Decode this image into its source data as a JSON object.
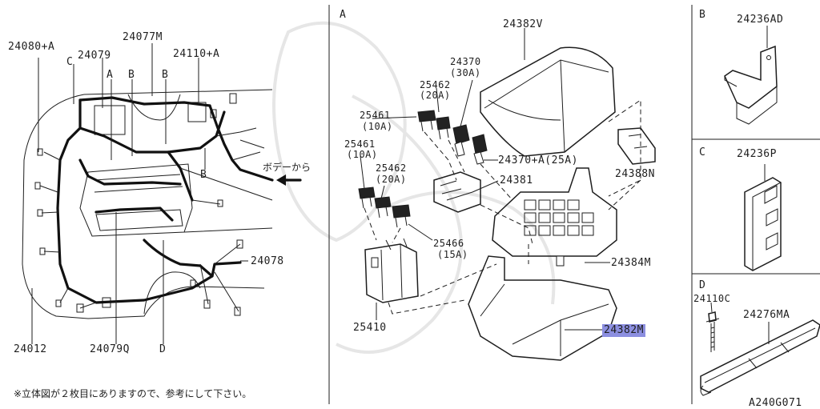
{
  "panels": {
    "a": "A",
    "b": "B",
    "c": "C",
    "d": "D"
  },
  "harness": {
    "p24080A": "24080+A",
    "p24077M": "24077M",
    "p24079": "24079",
    "p24110A": "24110+A",
    "c": "C",
    "a": "A",
    "b1": "B",
    "b2": "B",
    "b3": "B",
    "from_body": "ボデーから",
    "p24078": "24078",
    "p24012": "24012",
    "p24079Q": "24079Q",
    "d": "D",
    "note": "※立体図が２枚目にありますので、参考にして下さい。"
  },
  "fusebox": {
    "p24382V": "24382V",
    "p24370": "24370",
    "a30": "(30A)",
    "p25462a": "25462",
    "a20a": "(20A)",
    "p25461a": "25461",
    "a10a": "(10A)",
    "p25461b": "25461",
    "a10b": "(10A)",
    "p25462b": "25462",
    "a20b": "(20A)",
    "p24370A": "24370+A(25A)",
    "p24388N": "24388N",
    "p24381": "24381",
    "p25466": "25466",
    "a15": "(15A)",
    "p24384M": "24384M",
    "p25410": "25410",
    "p24382M": "24382M"
  },
  "panelB": {
    "p24236AD": "24236AD"
  },
  "panelC": {
    "p24236P": "24236P"
  },
  "panelD": {
    "p24110C": "24110C",
    "p24276MA": "24276MA"
  },
  "footer": {
    "code": "A240G071"
  },
  "highlight_color": "#8c8fe0"
}
